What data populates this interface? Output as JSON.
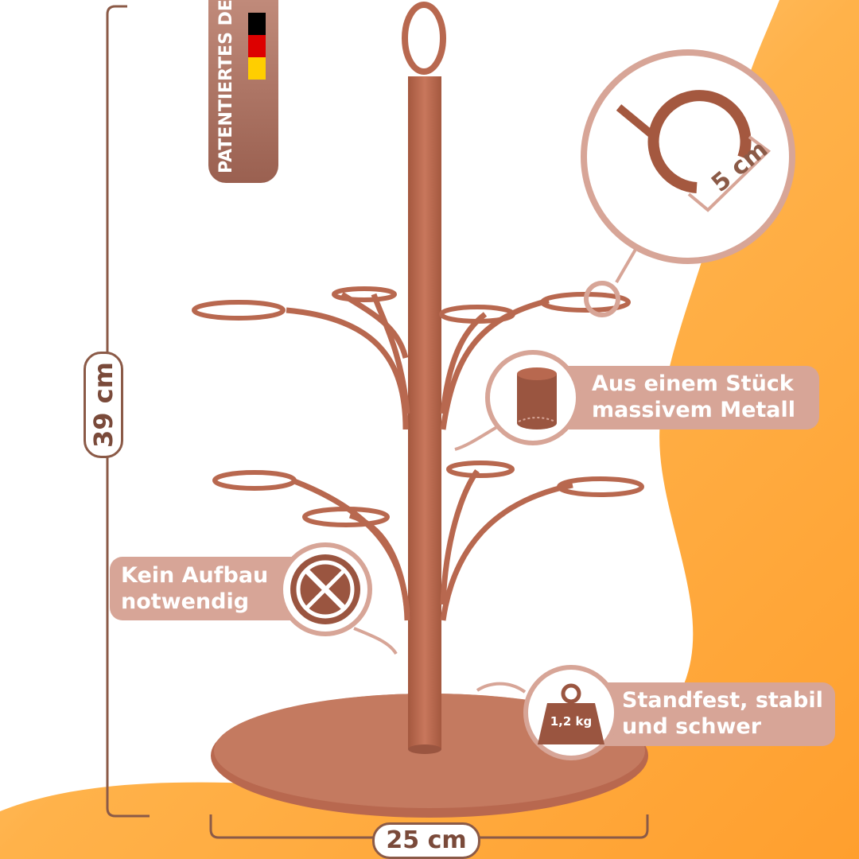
{
  "colors": {
    "copper": "#b8684f",
    "copper_dark": "#9a5540",
    "accent_rose": "#d7a597",
    "dimension_line": "#8b5a47",
    "background_orange": "#f9a23a"
  },
  "dimensions": {
    "height": "39 cm",
    "width": "25 cm",
    "ring": "5 cm"
  },
  "badge": {
    "patent": "PATENTIERTES DESIGN",
    "flag_colors": [
      "#000000",
      "#dd0000",
      "#ffce00"
    ]
  },
  "features": {
    "metal": "Aus einem Stück massivem Metall",
    "assembly": "Kein Aufbau notwendig",
    "stable": "Standfest, stabil und schwer",
    "weight": "1,2 kg"
  },
  "icons": [
    "cylinder-icon",
    "no-tools-icon",
    "weight-icon"
  ]
}
